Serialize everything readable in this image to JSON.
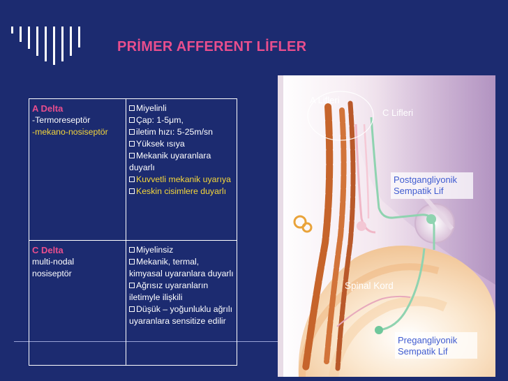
{
  "slide": {
    "title": "PRİMER AFFERENT LİFLER",
    "colors": {
      "background": "#1c2b70",
      "title": "#e94e8d",
      "highlight": "#f4d63a"
    }
  },
  "table": {
    "a_delta": {
      "title": "A Delta",
      "lines": [
        "-Termoreseptör",
        "-mekano-nosiseptör"
      ],
      "properties": [
        "Miyelinli",
        "Çap: 1-5μm,",
        "iletim hızı: 5-25m/sn",
        "Yüksek ısıya",
        "Mekanik uyaranlara duyarlı",
        "Kuvvetli mekanik uyarıya",
        "Keskin cisimlere duyarlı"
      ]
    },
    "c_delta": {
      "title": "C Delta",
      "lines": [
        "multi-nodal",
        "nosiseptör"
      ],
      "properties": [
        "Miyelinsiz",
        "Mekanik, termal, kimyasal uyaranlara duyarlı",
        "Ağrısız uyaranların iletimyle ilişkili",
        "Düşük – yoğunluklu ağrılı uyaranlara sensitize edilir"
      ]
    }
  },
  "figure": {
    "labels": {
      "a_lifleri": "A Lifleri",
      "c_lifleri": "C Lifleri",
      "postgangliyonik": "Postgangliyonik Sempatik Lif",
      "spinal_kord": "Spinal Kord",
      "pregangliyonik": "Pregangliyonik Sempatik Lif"
    }
  }
}
